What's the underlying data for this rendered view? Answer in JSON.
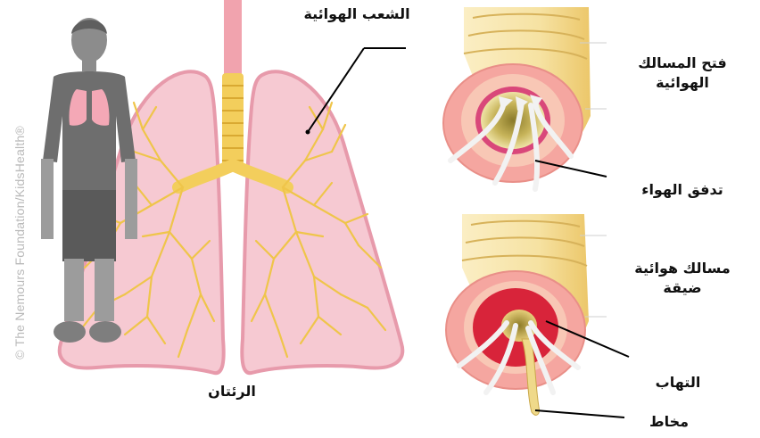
{
  "diagram": {
    "credit": "© The Nemours Foundation/KidsHealth®",
    "labels": {
      "bronchi": "الشعب الهوائية",
      "lungs": "الرئتان",
      "open_airways_line1": "فتح المسالك",
      "open_airways_line2": "الهوائية",
      "airflow": "تدفق الهواء",
      "narrow_airways_line1": "مسالك هوائية",
      "narrow_airways_line2": "ضيقة",
      "inflammation": "التهاب",
      "mucus": "مخاط"
    },
    "colors": {
      "lung_fill": "#f6c9d2",
      "lung_edge": "#e79aab",
      "airway_yellow": "#f2cd55",
      "trachea_pink": "#f1a3ae",
      "person_gray": "#8a8a8a",
      "inflamed_red": "#d8243a",
      "tube_cream": "#f7e7b4"
    }
  }
}
